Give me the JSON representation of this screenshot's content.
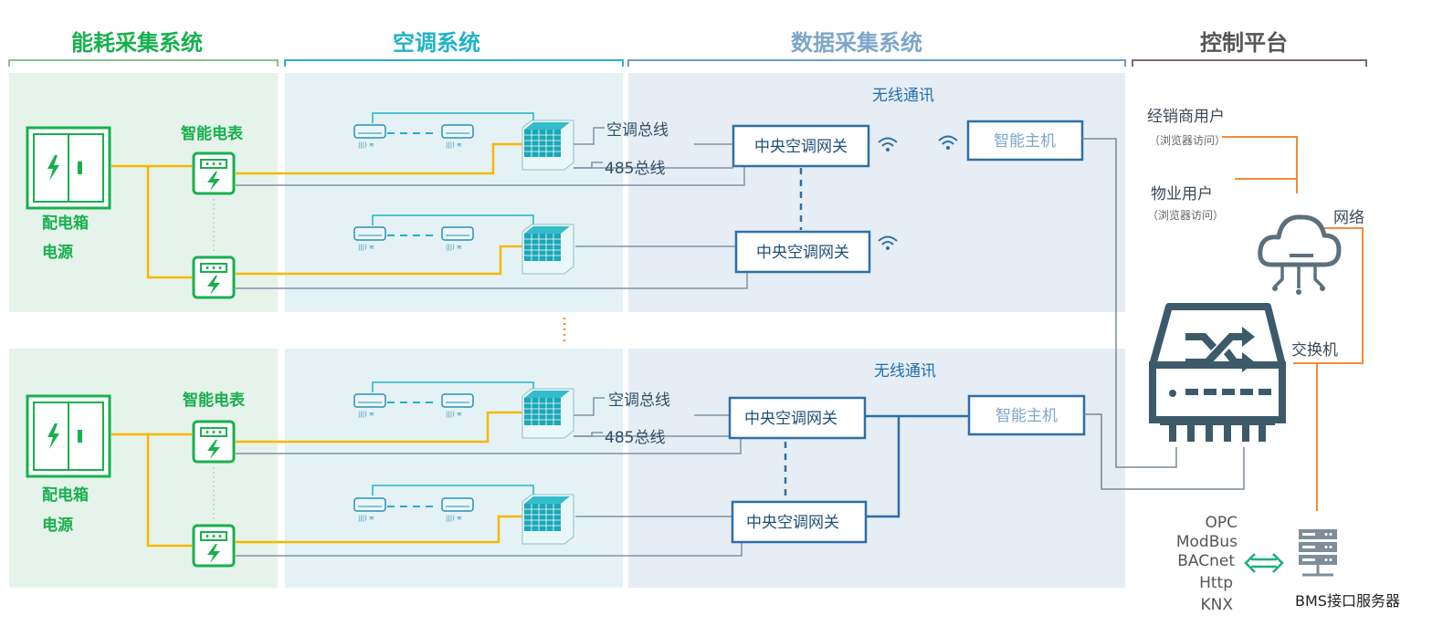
{
  "sections": {
    "energy": "能耗采集系统",
    "aircon": "空调系统",
    "data": "数据采集系统",
    "control": "控制平台"
  },
  "labels": {
    "distribution_box": "配电箱",
    "power_source": "电源",
    "smart_meter": "智能电表",
    "ac_bus": "空调总线",
    "bus_485": "485总线",
    "gateway": "中央空调网关",
    "wireless": "无线通讯",
    "host": "智能主机",
    "dealer_user": "经销商用户",
    "browser_access": "（浏览器访问）",
    "property_user": "物业用户",
    "network": "网络",
    "switch": "交换机",
    "bms_server": "BMS接口服务器"
  },
  "protocols": [
    "OPC",
    "ModBus",
    "BACnet",
    "Http",
    "KNX"
  ],
  "colors": {
    "green": "#17b04f",
    "cyan": "#1fb3c9",
    "blue": "#2e6fa8",
    "dark": "#3d5a6a",
    "orange": "#f58a3a",
    "yellow": "#f5b800"
  },
  "icons": [
    "distribution-box-icon",
    "smart-meter-icon",
    "indoor-unit-icon",
    "outdoor-unit-icon",
    "wifi-icon",
    "cloud-icon",
    "network-switch-icon",
    "server-icon",
    "bidirectional-arrow-icon"
  ]
}
